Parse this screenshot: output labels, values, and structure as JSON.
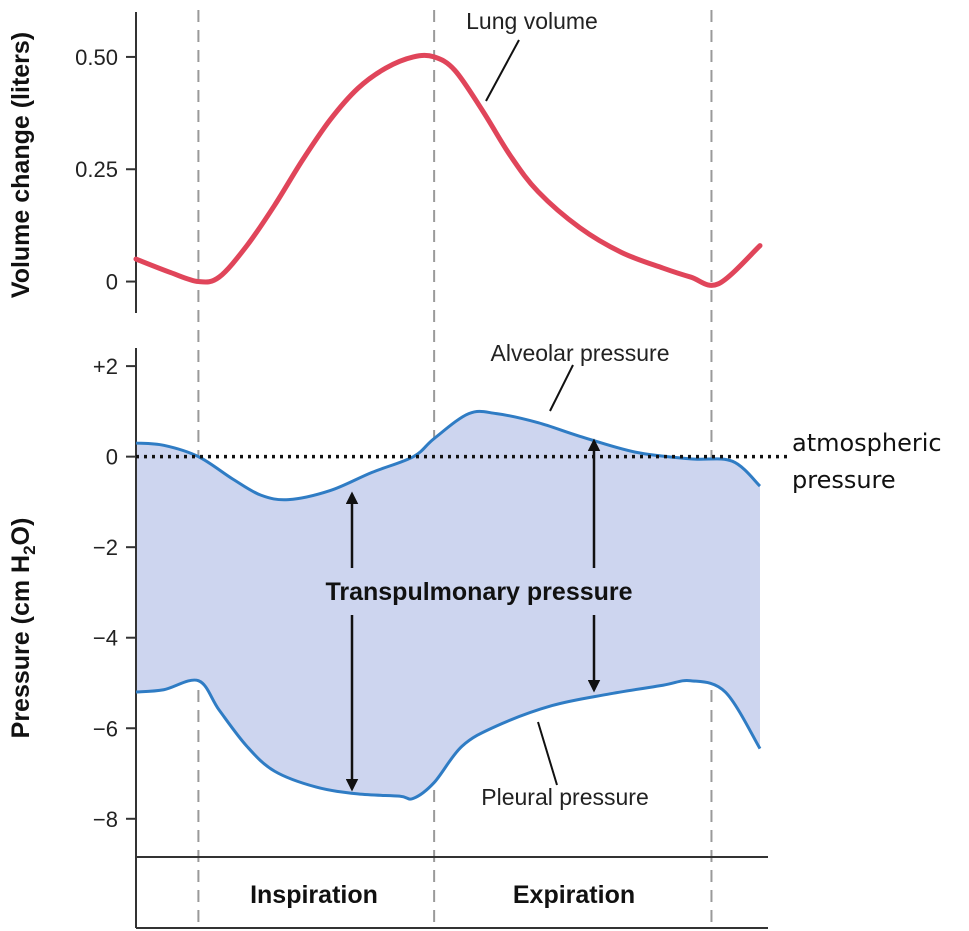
{
  "chart_data": [
    {
      "type": "line",
      "ylabel": "Volume change (liters)",
      "yticks": [
        "0.50",
        "0.25",
        "0"
      ],
      "ytick_values": [
        0.5,
        0.25,
        0
      ],
      "ylim": [
        -0.07,
        0.6
      ],
      "xlim": [
        0,
        4.5
      ],
      "series": [
        {
          "name": "Lung volume",
          "color": "#e0455a",
          "x": [
            0,
            0.25,
            0.45,
            0.6,
            0.8,
            1.0,
            1.2,
            1.4,
            1.6,
            1.8,
            2.0,
            2.15,
            2.3,
            2.5,
            2.7,
            2.9,
            3.2,
            3.5,
            3.8,
            4.0,
            4.2,
            4.5
          ],
          "y": [
            0.05,
            0.02,
            0.0,
            0.01,
            0.08,
            0.17,
            0.27,
            0.36,
            0.43,
            0.475,
            0.5,
            0.5,
            0.47,
            0.38,
            0.28,
            0.2,
            0.12,
            0.065,
            0.03,
            0.01,
            -0.005,
            0.08
          ]
        }
      ],
      "annotations": [
        "Lung volume"
      ]
    },
    {
      "type": "area",
      "ylabel": "Pressure (cm H2O)",
      "yticks": [
        "+2",
        "0",
        "−2",
        "−4",
        "−6",
        "−8"
      ],
      "ytick_values": [
        2,
        0,
        -2,
        -4,
        -6,
        -8
      ],
      "ylim": [
        -8.8,
        2.4
      ],
      "xlim": [
        0,
        4.5
      ],
      "series": [
        {
          "name": "Alveolar pressure",
          "color": "#2f7cc4",
          "x": [
            0,
            0.2,
            0.45,
            0.7,
            0.9,
            1.1,
            1.4,
            1.7,
            2.0,
            2.15,
            2.4,
            2.6,
            2.9,
            3.2,
            3.6,
            4.0,
            4.3,
            4.5
          ],
          "y": [
            0.3,
            0.25,
            0.0,
            -0.5,
            -0.85,
            -0.95,
            -0.75,
            -0.35,
            0.0,
            0.4,
            0.95,
            0.95,
            0.75,
            0.45,
            0.1,
            -0.05,
            -0.1,
            -0.65
          ]
        },
        {
          "name": "Pleural pressure",
          "color": "#2f7cc4",
          "x": [
            0,
            0.2,
            0.45,
            0.6,
            0.8,
            1.0,
            1.3,
            1.6,
            1.9,
            2.0,
            2.15,
            2.35,
            2.6,
            3.0,
            3.4,
            3.8,
            4.0,
            4.25,
            4.5
          ],
          "y": [
            -5.2,
            -5.15,
            -4.95,
            -5.6,
            -6.4,
            -6.95,
            -7.3,
            -7.45,
            -7.5,
            -7.55,
            -7.2,
            -6.4,
            -5.95,
            -5.5,
            -5.25,
            -5.05,
            -4.95,
            -5.2,
            -6.45
          ]
        }
      ],
      "annotations": [
        "Alveolar pressure",
        "Pleural pressure",
        "Transpulmonary pressure"
      ],
      "reference_line": {
        "y": 0,
        "label_line1": "atmospheric",
        "label_line2": "pressure",
        "style": "dotted"
      },
      "fill_color": "#cdd5ef"
    }
  ],
  "phases": {
    "inspiration": "Inspiration",
    "expiration": "Expiration"
  },
  "phase_boundaries_x": [
    0.45,
    2.15,
    4.15
  ]
}
